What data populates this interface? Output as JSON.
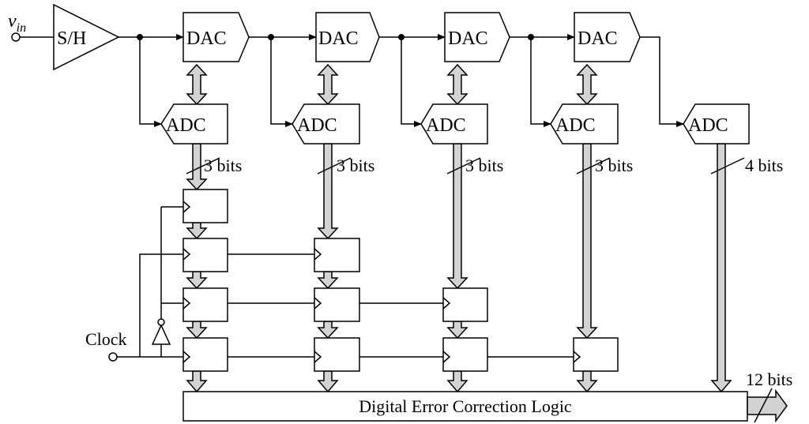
{
  "input": {
    "symbol": "v",
    "subscript": "in"
  },
  "sample_hold": {
    "label": "S/H"
  },
  "stages": [
    {
      "dac_label": "DAC",
      "adc_label": "ADC",
      "bits_label": "3 bits"
    },
    {
      "dac_label": "DAC",
      "adc_label": "ADC",
      "bits_label": "3 bits"
    },
    {
      "dac_label": "DAC",
      "adc_label": "ADC",
      "bits_label": "3 bits"
    },
    {
      "dac_label": "DAC",
      "adc_label": "ADC",
      "bits_label": "3 bits"
    },
    {
      "adc_label": "ADC",
      "bits_label": "4 bits"
    }
  ],
  "clock": {
    "label": "Clock"
  },
  "correction": {
    "label": "Digital Error Correction Logic"
  },
  "output": {
    "bits_label": "12 bits"
  }
}
